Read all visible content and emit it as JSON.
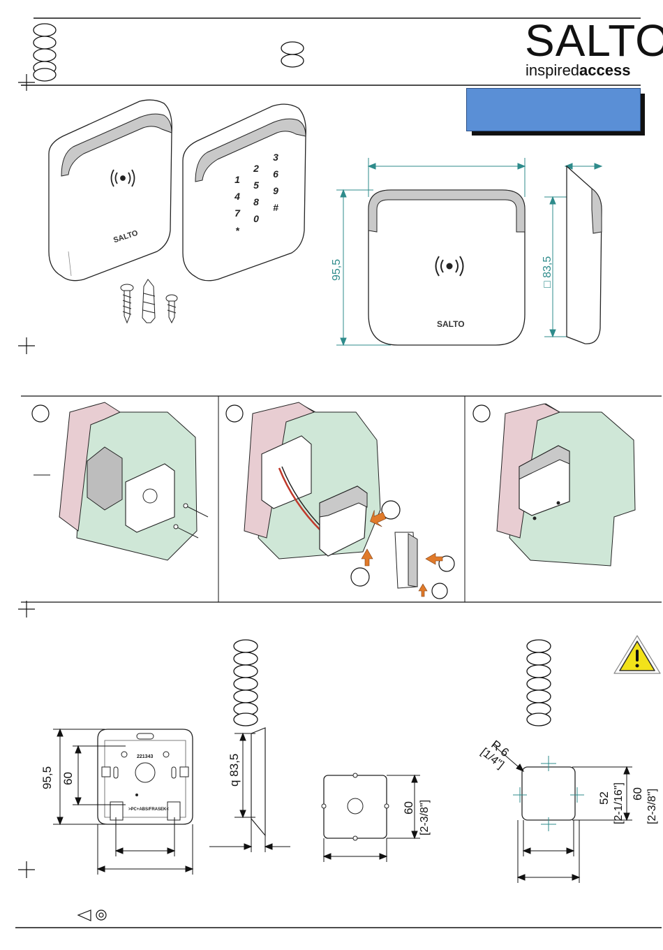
{
  "header": {
    "brand": "SALTO",
    "tagline_light": "inspired",
    "tagline_bold": "access"
  },
  "devices": {
    "reader_logo": "SALTO",
    "keypad_keys": [
      "1",
      "2",
      "3",
      "4",
      "5",
      "6",
      "7",
      "8",
      "9",
      "*",
      "0",
      "#"
    ]
  },
  "front_view": {
    "logo": "SALTO",
    "height": "95,5",
    "square": "□ 83,5"
  },
  "bottom_section": {
    "base_height": "95,5",
    "base_inner": "60",
    "base_label_top": "221343",
    "base_label_bottom": ">PC+ABS/FRASEK<",
    "profile_dim": "q 83,5",
    "box_dim": "60",
    "box_dim_imp": "[2-3/8\"]",
    "cutout_radius": "R 6",
    "cutout_radius_imp": "[1/4\"]",
    "cutout_inner": "52",
    "cutout_inner_imp": "[2-1/16\"]",
    "cutout_outer": "60",
    "cutout_outer_imp": "[2-3/8\"]"
  },
  "icons": {
    "nfc": "nfc-waves-icon",
    "warning": "warning-triangle-icon",
    "screws": "screw-icon",
    "recycle_marks": "projection-symbol-icon"
  },
  "colors": {
    "accent_blue": "#5a8fd6",
    "dim_teal": "#2e8b8b",
    "wall_green": "#cfe7d7",
    "brick_pink": "#e8cdd2",
    "arrow_orange": "#e07a2a",
    "warning_yellow": "#f2e21a"
  }
}
